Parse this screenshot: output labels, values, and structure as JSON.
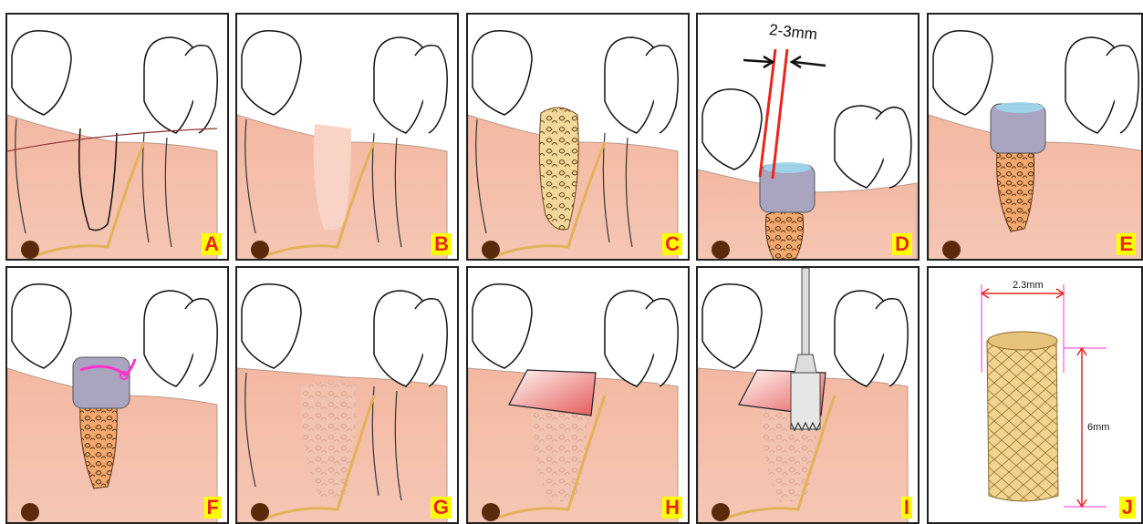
{
  "panels": [
    {
      "label": "A"
    },
    {
      "label": "B"
    },
    {
      "label": "C"
    },
    {
      "label": "D"
    },
    {
      "label": "E"
    },
    {
      "label": "F"
    },
    {
      "label": "G"
    },
    {
      "label": "H"
    },
    {
      "label": "I"
    },
    {
      "label": "J"
    }
  ],
  "dimensions": {
    "gap_width": "2-3mm",
    "graft_width": "2.3mm",
    "graft_height": "6mm"
  },
  "colors": {
    "gingiva": "#f0b49a",
    "bone": "#f7c7b3",
    "nerve": "#e2b25a",
    "membrane": "#a9a4c0",
    "graft": "#f1d59a",
    "suture": "#ff33cc",
    "dimension_line": "#e8261c",
    "label_bg": "#ffff00",
    "label_text": "#e8261c"
  }
}
